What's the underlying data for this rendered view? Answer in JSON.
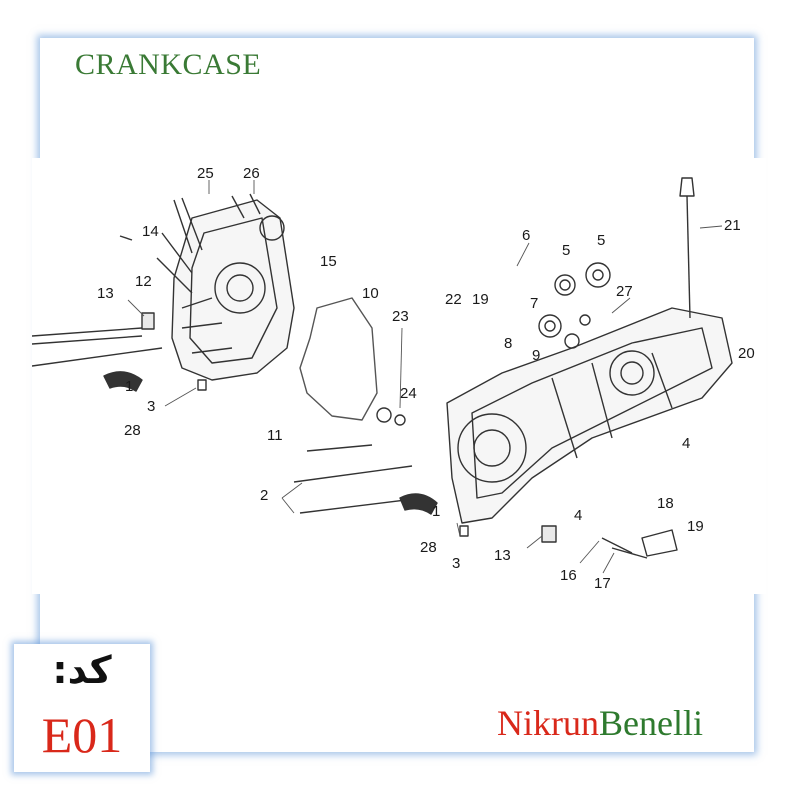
{
  "header": {
    "title": "CRANKCASE"
  },
  "part_code": {
    "label": "کد:",
    "value": "E01"
  },
  "brand": {
    "part1": "Nikrun",
    "part2": "Benelli"
  },
  "callouts": {
    "n25": "25",
    "n26": "26",
    "n14": "14",
    "n12": "12",
    "n13a": "13",
    "n1a": "1",
    "n28a": "28",
    "n3a": "3",
    "n15": "15",
    "n10": "10",
    "n23": "23",
    "n24": "24",
    "n11": "11",
    "n2": "2",
    "n22": "22",
    "n19a": "19",
    "n6": "6",
    "n5a": "5",
    "n5b": "5",
    "n7": "7",
    "n27": "27",
    "n8": "8",
    "n9": "9",
    "n21": "21",
    "n20": "20",
    "n4a": "4",
    "n4b": "4",
    "n1b": "1",
    "n28b": "28",
    "n3b": "3",
    "n13b": "13",
    "n16": "16",
    "n17": "17",
    "n18": "18",
    "n19b": "19"
  }
}
